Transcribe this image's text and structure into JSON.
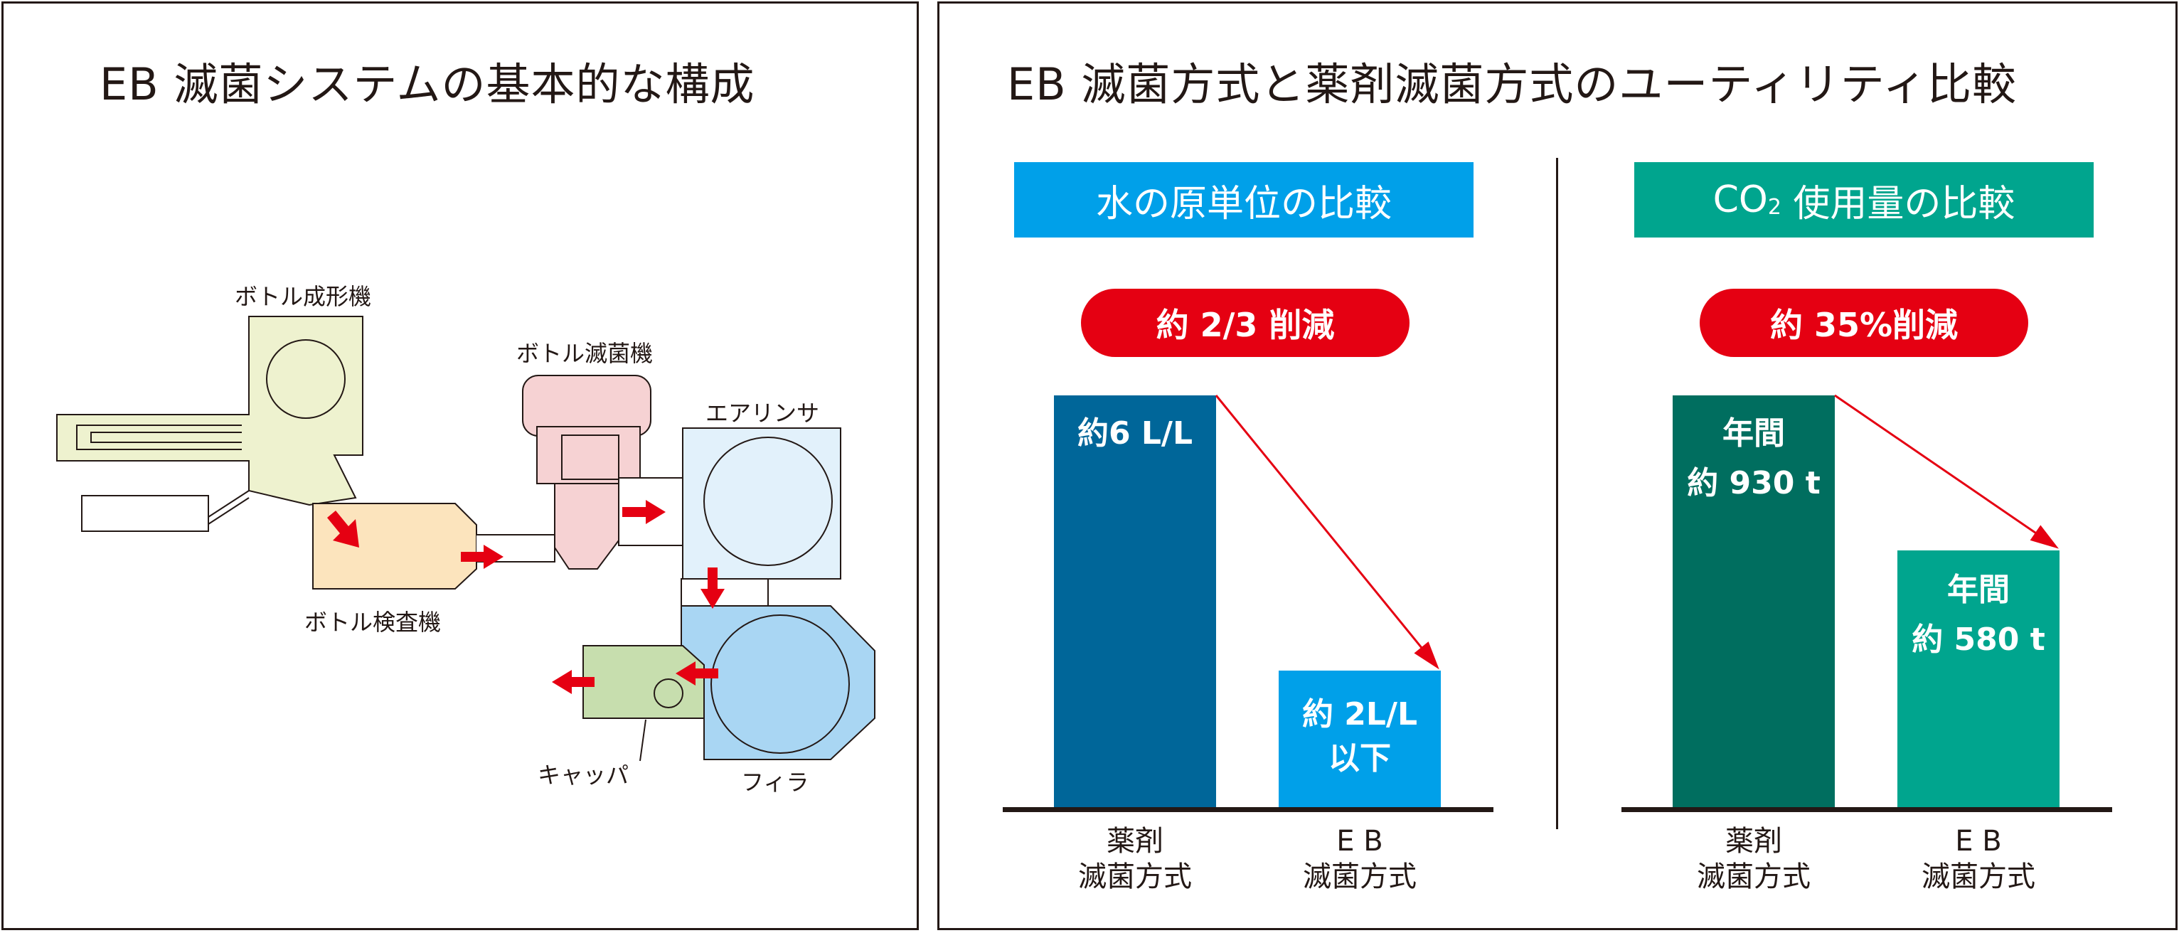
{
  "left_panel": {
    "title": "EB 滅菌システムの基本的な構成",
    "labels": {
      "bottle_molding": "ボトル成形機",
      "bottle_sterilizer": "ボトル滅菌機",
      "air_rinser": "エアリンサ",
      "bottle_inspector": "ボトル検査機",
      "capper": "キャッパ",
      "filler": "フィラ"
    }
  },
  "right_panel": {
    "title": "EB 滅菌方式と薬剤滅菌方式のユーティリティ比較",
    "water": {
      "banner": "水の原単位の比較",
      "reduction": "約 2/3 削減",
      "bar1_label": "約6 L/L",
      "bar2_label_line1": "約 2L/L",
      "bar2_label_line2": "以下"
    },
    "co2": {
      "banner_main": "CO",
      "banner_sub": "2",
      "banner_rest": " 使用量の比較",
      "reduction": "約 35%削減",
      "bar1_label_line1": "年間",
      "bar1_label_line2": "約 930 t",
      "bar2_label_line1": "年間",
      "bar2_label_line2": "約 580 t"
    },
    "categories": {
      "chemical_line1": "薬剤",
      "chemical_line2": "滅菌方式",
      "eb_line1": "E B",
      "eb_line2": "滅菌方式"
    }
  },
  "colors": {
    "water_banner": "#00a0e9",
    "co2_banner": "#00a58e",
    "reduction_pill": "#e50012",
    "water_bar_chemical": "#006699",
    "water_bar_eb": "#00a0e9",
    "co2_bar_chemical": "#006e5f",
    "co2_bar_eb": "#00a58e",
    "arrow": "#e50012"
  },
  "chart_data": [
    {
      "type": "bar",
      "title": "水の原単位の比較",
      "categories": [
        "薬剤 滅菌方式",
        "E B 滅菌方式"
      ],
      "values": [
        6,
        2
      ],
      "unit": "L/L",
      "annotation": "約 2/3 削減"
    },
    {
      "type": "bar",
      "title": "CO2 使用量の比較",
      "categories": [
        "薬剤 滅菌方式",
        "E B 滅菌方式"
      ],
      "values": [
        930,
        580
      ],
      "unit": "t/年",
      "annotation": "約 35%削減"
    }
  ]
}
